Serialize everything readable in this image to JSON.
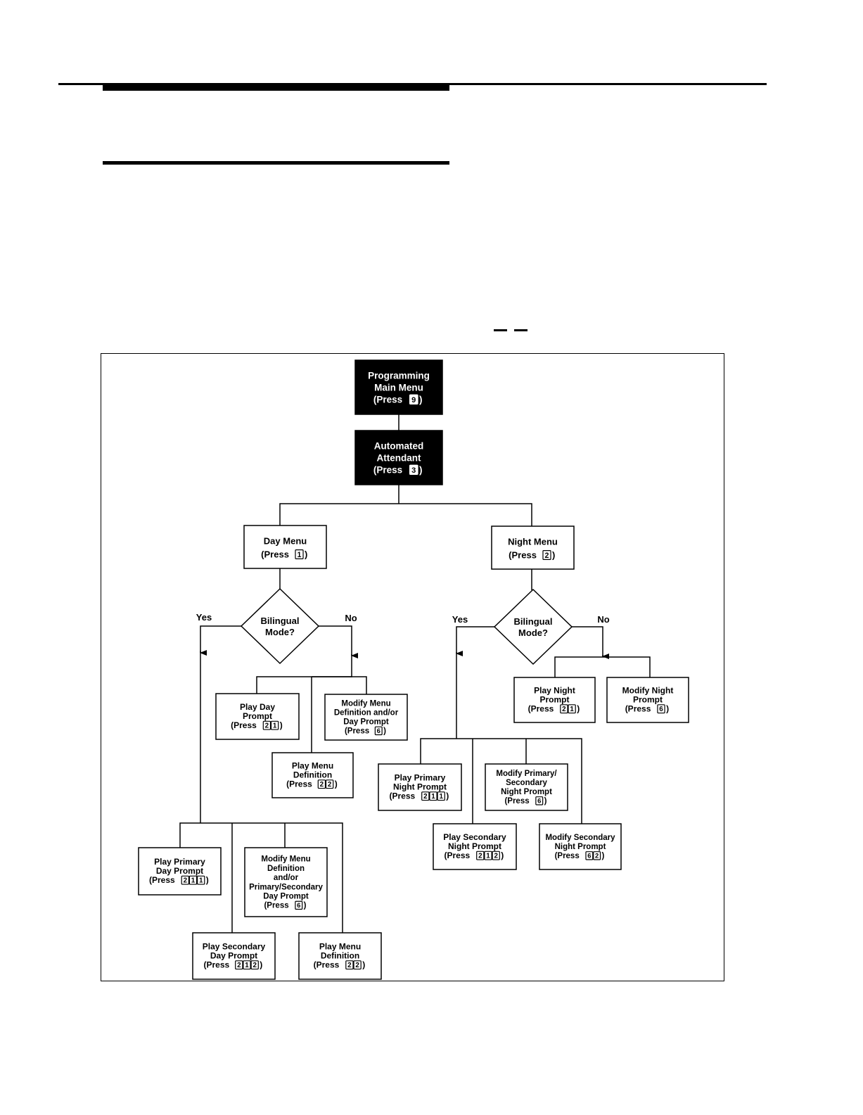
{
  "diagram": {
    "nodes": {
      "main_menu": {
        "lines": [
          "Programming",
          "Main Menu",
          "(Press ",
          ")"
        ],
        "key": "9"
      },
      "auto_attendant": {
        "lines": [
          "Automated",
          "Attendant",
          "(Press ",
          ")"
        ],
        "key": "3"
      },
      "day_menu": {
        "lines": [
          "Day Menu",
          "(Press",
          ")"
        ],
        "keys": [
          "1"
        ]
      },
      "night_menu": {
        "lines": [
          "Night Menu",
          "(Press",
          ")"
        ],
        "keys": [
          "2"
        ]
      },
      "day_decision": {
        "lines": [
          "Bilingual",
          "Mode?"
        ]
      },
      "night_decision": {
        "lines": [
          "Bilingual",
          "Mode?"
        ]
      },
      "play_day_prompt": {
        "lines": [
          "Play Day",
          "Prompt",
          "(Press ",
          ")"
        ],
        "keys": [
          "2",
          "1"
        ]
      },
      "modify_menu_def": {
        "lines": [
          "Modify Menu",
          "Definition and/or",
          "Day Prompt",
          "(Press",
          ")"
        ],
        "keys": [
          "6"
        ]
      },
      "play_menu_def_1": {
        "lines": [
          "Play Menu",
          "Definition",
          "(Press",
          ")"
        ],
        "keys": [
          "2",
          "2"
        ]
      },
      "play_night_prompt": {
        "lines": [
          "Play Night",
          "Prompt",
          "(Press ",
          ")"
        ],
        "keys": [
          "2",
          "1"
        ]
      },
      "modify_night_prompt": {
        "lines": [
          "Modify Night",
          "Prompt",
          "(Press ",
          ")"
        ],
        "keys": [
          "6"
        ]
      },
      "play_primary_night": {
        "lines": [
          "Play Primary",
          "Night Prompt",
          "(Press ",
          ")"
        ],
        "keys": [
          "2",
          "1",
          "1"
        ]
      },
      "modify_primary_secondary_night": {
        "lines": [
          "Modify Primary/",
          "Secondary",
          "Night Prompt",
          "(Press ",
          ")"
        ],
        "keys": [
          "6"
        ]
      },
      "play_secondary_night": {
        "lines": [
          "Play Secondary",
          "Night Prompt",
          "(Press ",
          ")"
        ],
        "keys": [
          "2",
          "1",
          "2"
        ]
      },
      "modify_secondary_night": {
        "lines": [
          "Modify Secondary",
          "Night Prompt",
          "(Press ",
          ")"
        ],
        "keys": [
          "6",
          "2"
        ]
      },
      "play_primary_day": {
        "lines": [
          "Play Primary",
          "Day Prompt",
          "(Press ",
          ")"
        ],
        "keys": [
          "2",
          "1",
          "1"
        ]
      },
      "modify_menu_def_ps": {
        "lines": [
          "Modify Menu",
          "Definition",
          "and/or",
          "Primary/Secondary",
          "Day Prompt",
          "(Press ",
          ")"
        ],
        "keys": [
          "6"
        ]
      },
      "play_secondary_day": {
        "lines": [
          "Play Secondary",
          "Day  Prompt",
          "(Press",
          ")"
        ],
        "keys": [
          "2",
          "1",
          "2"
        ]
      },
      "play_menu_def_2": {
        "lines": [
          "Play Menu",
          "Definition",
          "(Press ",
          ")"
        ],
        "keys": [
          "2",
          "2"
        ]
      }
    },
    "labels": {
      "day_yes": "Yes",
      "day_no": "No",
      "night_yes": "Yes",
      "night_no": "No"
    }
  }
}
